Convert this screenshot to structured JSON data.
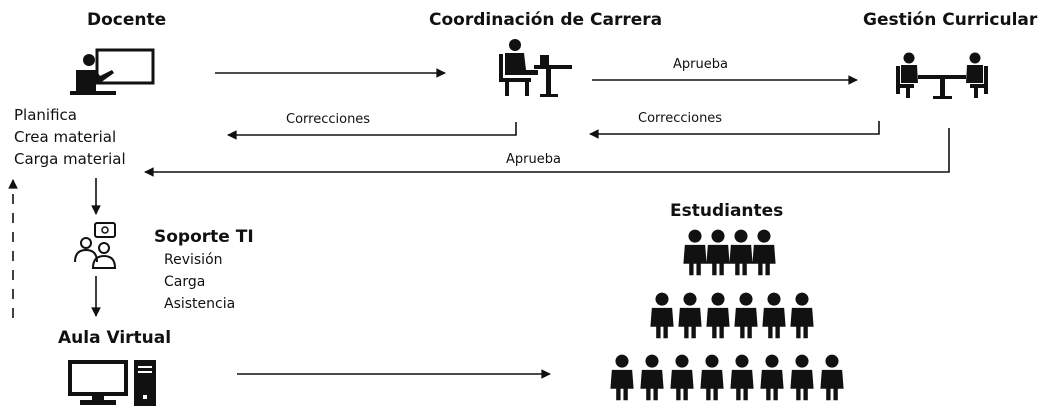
{
  "nodes": {
    "docente": "Docente",
    "coordinacion": "Coordinación de Carrera",
    "gestion": "Gestión Curricular",
    "estudiantes": "Estudiantes",
    "soporte": "Soporte TI",
    "aula": "Aula Virtual"
  },
  "docente_tasks": [
    "Planifica",
    "Crea material",
    "Carga material"
  ],
  "soporte_tasks": [
    "Revisión",
    "Carga",
    "Asistencia"
  ],
  "edges": {
    "coord_to_gestion": "Aprueba",
    "coord_to_docente": "Correcciones",
    "gestion_to_coord": "Correcciones",
    "gestion_to_docente": "Aprueba"
  },
  "icons": {
    "docente": "teacher-board-icon",
    "coordinacion": "person-at-desk-icon",
    "gestion": "meeting-table-icon",
    "soporte": "support-people-icon",
    "aula": "desktop-computer-icon",
    "estudiantes": "student-group-icon"
  },
  "colors": {
    "ink": "#111111",
    "background": "#ffffff"
  }
}
